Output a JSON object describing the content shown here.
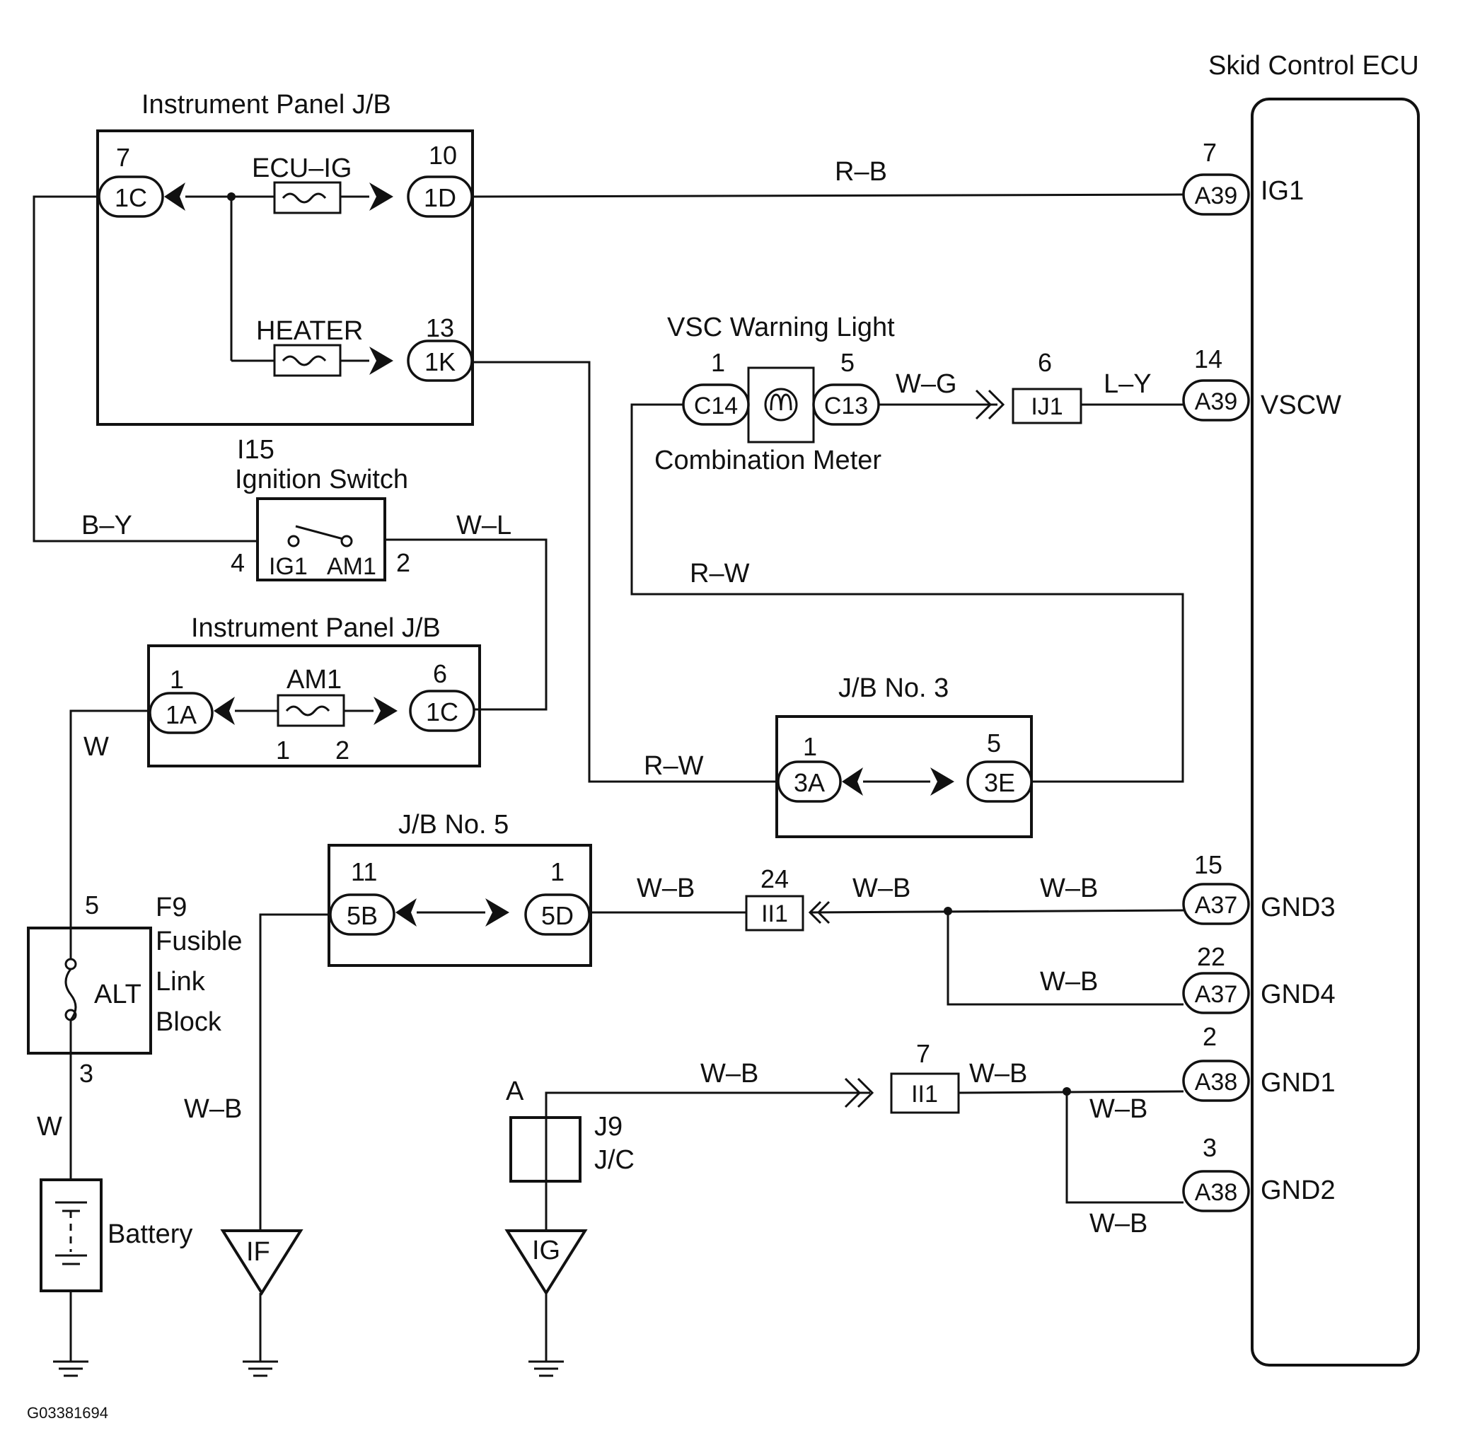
{
  "title": "",
  "figure_code": "G03381694",
  "ecu": {
    "label": "Skid Control ECU",
    "terminals": {
      "ig1": {
        "pin": "7",
        "connector": "A39",
        "name": "IG1"
      },
      "vscw": {
        "pin": "14",
        "connector": "A39",
        "name": "VSCW"
      },
      "gnd3": {
        "pin": "15",
        "connector": "A37",
        "name": "GND3"
      },
      "gnd4": {
        "pin": "22",
        "connector": "A37",
        "name": "GND4"
      },
      "gnd1": {
        "pin": "2",
        "connector": "A38",
        "name": "GND1"
      },
      "gnd2": {
        "pin": "3",
        "connector": "A38",
        "name": "GND2"
      }
    }
  },
  "ip_jb_top": {
    "label": "Instrument Panel J/B",
    "fuses": {
      "ecu_ig": "ECU–IG",
      "heater": "HEATER"
    },
    "c1c": {
      "pin": "7",
      "code": "1C"
    },
    "c1d": {
      "pin": "10",
      "code": "1D"
    },
    "c1k": {
      "pin": "13",
      "code": "1K"
    }
  },
  "ignition_switch": {
    "id": "I15",
    "label": "Ignition Switch",
    "pin_left": "4",
    "pin_right": "2",
    "term_left": "IG1",
    "term_right": "AM1"
  },
  "ip_jb_bottom": {
    "label": "Instrument Panel J/B",
    "fuse": "AM1",
    "fuse_pin_left": "1",
    "fuse_pin_right": "2",
    "c1a": {
      "pin": "1",
      "code": "1A"
    },
    "c1c": {
      "pin": "6",
      "code": "1C"
    }
  },
  "vsc_light": {
    "label": "VSC Warning Light",
    "meter": "Combination Meter",
    "c14": {
      "pin": "1",
      "code": "C14"
    },
    "c13": {
      "pin": "5",
      "code": "C13"
    }
  },
  "junction_ij1": {
    "pin": "6",
    "code": "IJ1"
  },
  "jb3": {
    "label": "J/B No. 3",
    "c3a": {
      "pin": "1",
      "code": "3A"
    },
    "c3e": {
      "pin": "5",
      "code": "3E"
    }
  },
  "jb5": {
    "label": "J/B No. 5",
    "c5b": {
      "pin": "11",
      "code": "5B"
    },
    "c5d": {
      "pin": "1",
      "code": "5D"
    }
  },
  "junction_ii1_upper": {
    "pin": "24",
    "code": "II1"
  },
  "junction_ii1_lower": {
    "pin": "7",
    "code": "II1"
  },
  "fusible_link": {
    "id": "F9",
    "line1": "Fusible",
    "line2": "Link",
    "line3": "Block",
    "fuse": "ALT",
    "pin_top": "5",
    "pin_bottom": "3"
  },
  "battery": {
    "label": "Battery"
  },
  "jc": {
    "id": "J9",
    "label": "J/C",
    "terminal": "A"
  },
  "grounds": {
    "if": "IF",
    "ig": "IG"
  },
  "wires": {
    "rb": "R–B",
    "by": "B–Y",
    "wl": "W–L",
    "wg": "W–G",
    "ly": "L–Y",
    "rw_top": "R–W",
    "rw_mid": "R–W",
    "w_upper": "W",
    "w_lower": "W",
    "wb_5d": "W–B",
    "wb_ii1": "W–B",
    "wb_gnd3": "W–B",
    "wb_gnd4": "W–B",
    "wb_if": "W–B",
    "wb_jc": "W–B",
    "wb_ii1b": "W–B",
    "wb_gnd1": "W–B",
    "wb_gnd2": "W–B"
  },
  "colors": {
    "line": "#111111",
    "background": "#ffffff"
  }
}
